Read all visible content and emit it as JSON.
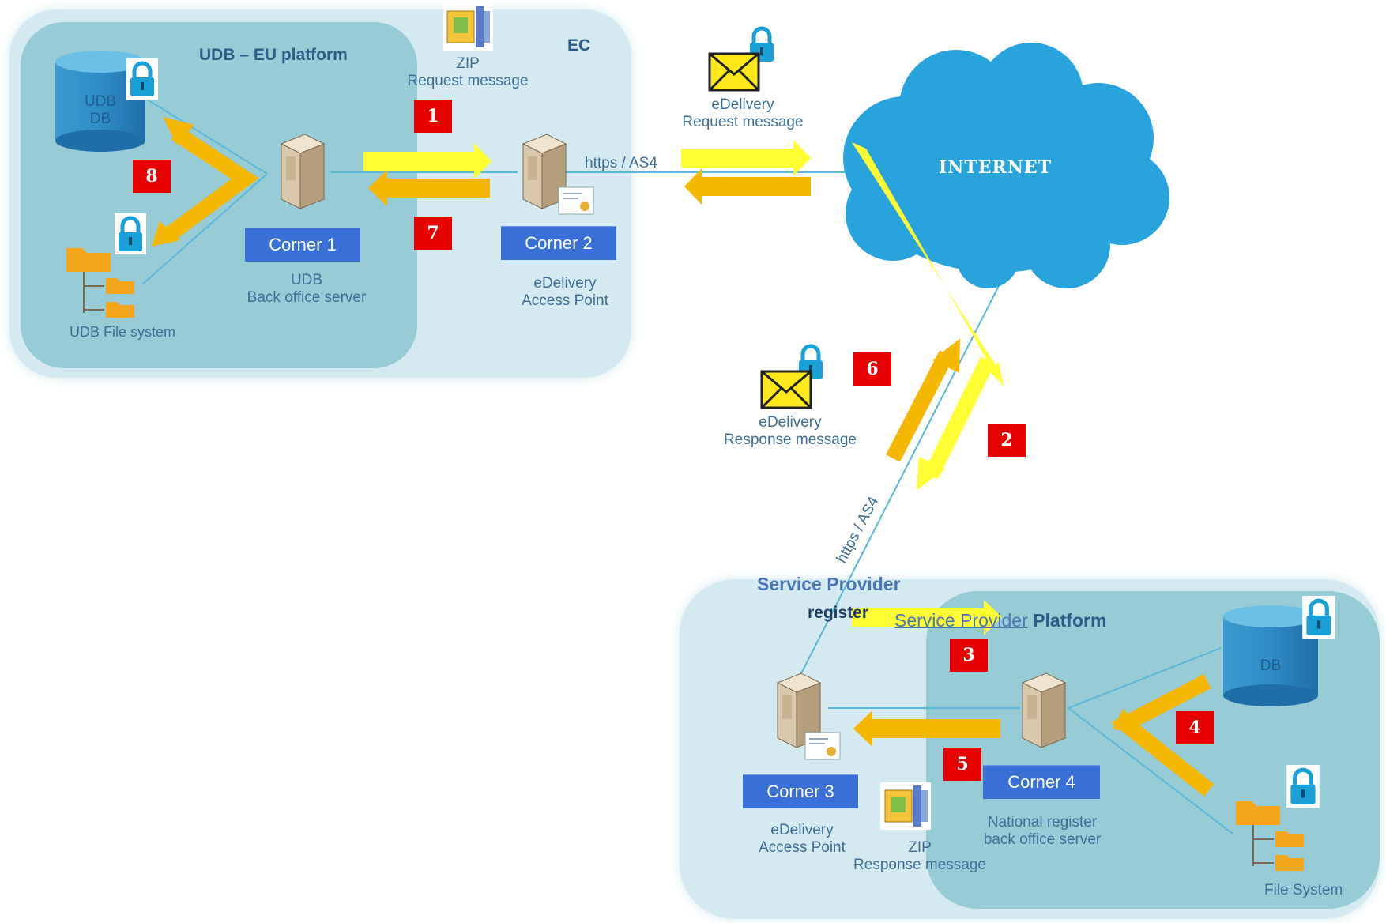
{
  "regions": {
    "ec_label": "EC",
    "udb_label": "UDB – EU platform",
    "sp_register_line1": "Service Provider",
    "sp_register_line2": "register",
    "spp_label_a": "Service Provider",
    "spp_label_b": "Platform"
  },
  "corners": {
    "c1": "Corner  1",
    "c2": "Corner  2",
    "c3": "Corner  3",
    "c4": "Corner  4"
  },
  "captions": {
    "c1_line1": "UDB",
    "c1_line2": "Back office server",
    "c2_line1": "eDelivery",
    "c2_line2": "Access Point",
    "c3_line1": "eDelivery",
    "c3_line2": "Access Point",
    "c4_line1": "National register",
    "c4_line2": "back office server",
    "udb_db_line1": "UDB",
    "udb_db_line2": "DB",
    "udb_fs": "UDB File system",
    "sp_db": "DB",
    "sp_fs": "File System",
    "zip_req_line1": "ZIP",
    "zip_req_line2": "Request message",
    "edel_req_line1": "eDelivery",
    "edel_req_line2": "Request message",
    "edel_resp_line1": "eDelivery",
    "edel_resp_line2": "Response message",
    "zip_resp_line1": "ZIP",
    "zip_resp_line2": "Response message",
    "https_top": "https / AS4",
    "https_diag": "https / AS4",
    "internet": "INTERNET"
  },
  "steps": {
    "s1": "1",
    "s2": "2",
    "s3": "3",
    "s4": "4",
    "s5": "5",
    "s6": "6",
    "s7": "7",
    "s8": "8"
  },
  "colors": {
    "region_outer": "#d4eaf0",
    "region_inner": "#97cbd6",
    "corner_box": "#3a6fd8",
    "step_badge": "#e60000",
    "request_arrow": "#ffff33",
    "response_arrow": "#f5b800",
    "cloud": "#29a3dc",
    "link_line": "#5bb8d8"
  },
  "icons": {
    "server": "server-icon",
    "certificate": "certificate-icon",
    "database": "database-icon",
    "lock": "padlock-icon",
    "folder_tree": "folder-tree-icon",
    "zip": "zip-archive-icon",
    "envelope": "envelope-icon",
    "cloud": "cloud-icon"
  }
}
